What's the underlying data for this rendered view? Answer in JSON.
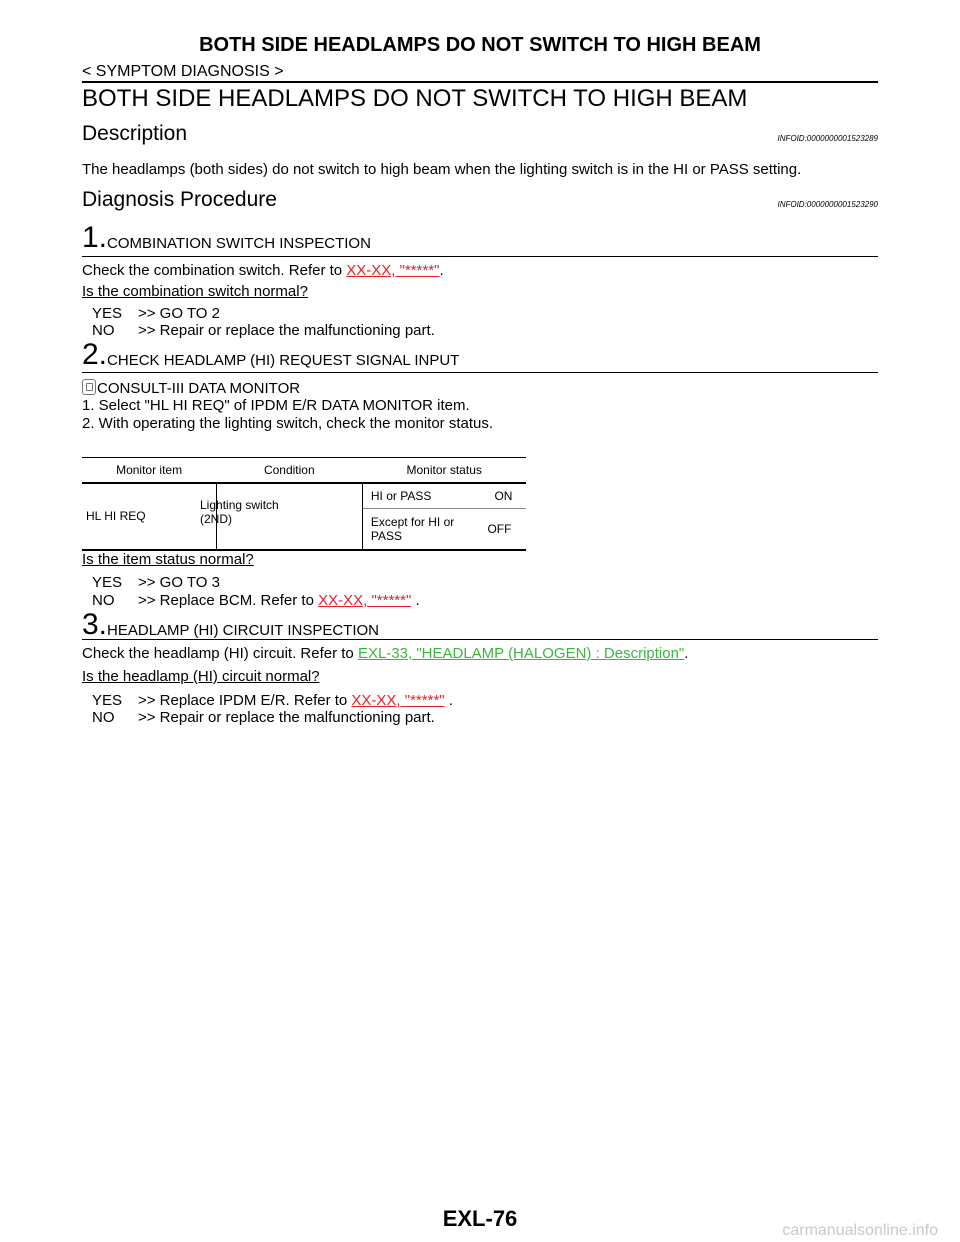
{
  "header": {
    "running_title": "BOTH SIDE HEADLAMPS DO NOT SWITCH TO HIGH BEAM",
    "section": "< SYMPTOM DIAGNOSIS >"
  },
  "main_title": "BOTH SIDE HEADLAMPS DO NOT SWITCH TO HIGH BEAM",
  "description": {
    "heading": "Description",
    "infoid": "INFOID:0000000001523289",
    "text": "The headlamps (both sides) do not switch to high beam when the lighting switch is in the HI or PASS setting."
  },
  "diagnosis": {
    "heading": "Diagnosis Procedure",
    "infoid": "INFOID:0000000001523290"
  },
  "step1": {
    "number": "1.",
    "title": "COMBINATION SWITCH INSPECTION",
    "text_prefix": "Check the combination switch. Refer to ",
    "link": "XX-XX, \"*****\"",
    "text_suffix": ".",
    "question": "Is the combination switch normal?",
    "yes_key": "YES",
    "yes_text": ">> GO TO 2",
    "no_key": "NO",
    "no_text": ">> Repair or replace the malfunctioning part."
  },
  "step2": {
    "number": "2.",
    "title": "CHECK HEADLAMP (HI) REQUEST SIGNAL INPUT",
    "consult": "CONSULT-III DATA MONITOR",
    "instr1": "1.   Select \"HL HI REQ\" of IPDM E/R DATA MONITOR item.",
    "instr2": "2.   With operating the lighting switch, check the monitor status.",
    "table": {
      "headers": [
        "Monitor item",
        "Condition",
        "Monitor status"
      ],
      "item": "HL HI REQ",
      "condition": "Lighting switch (2ND)",
      "rows": [
        {
          "cond": "HI or PASS",
          "status": "ON"
        },
        {
          "cond": "Except for HI or PASS",
          "status": "OFF"
        }
      ]
    },
    "question": "Is the item status normal?",
    "yes_key": "YES",
    "yes_text": ">> GO TO 3",
    "no_key": "NO",
    "no_text_prefix": ">> Replace BCM. Refer to ",
    "no_link": "XX-XX, \"*****\"",
    "no_text_suffix": " ."
  },
  "step3": {
    "number": "3.",
    "title": "HEADLAMP (HI) CIRCUIT INSPECTION",
    "text_prefix": "Check the headlamp (HI) circuit. Refer to ",
    "link": "EXL-33, \"HEADLAMP (HALOGEN) : Description\"",
    "text_suffix": ".",
    "question": "Is the headlamp (HI) circuit normal?",
    "yes_key": "YES",
    "yes_text_prefix": ">> Replace IPDM E/R. Refer to ",
    "yes_link": "XX-XX, \"*****\"",
    "yes_text_suffix": " .",
    "no_key": "NO",
    "no_text": ">> Repair or replace the malfunctioning part."
  },
  "footer": {
    "page_number": "EXL-76",
    "watermark": "carmanualsonline.info"
  }
}
